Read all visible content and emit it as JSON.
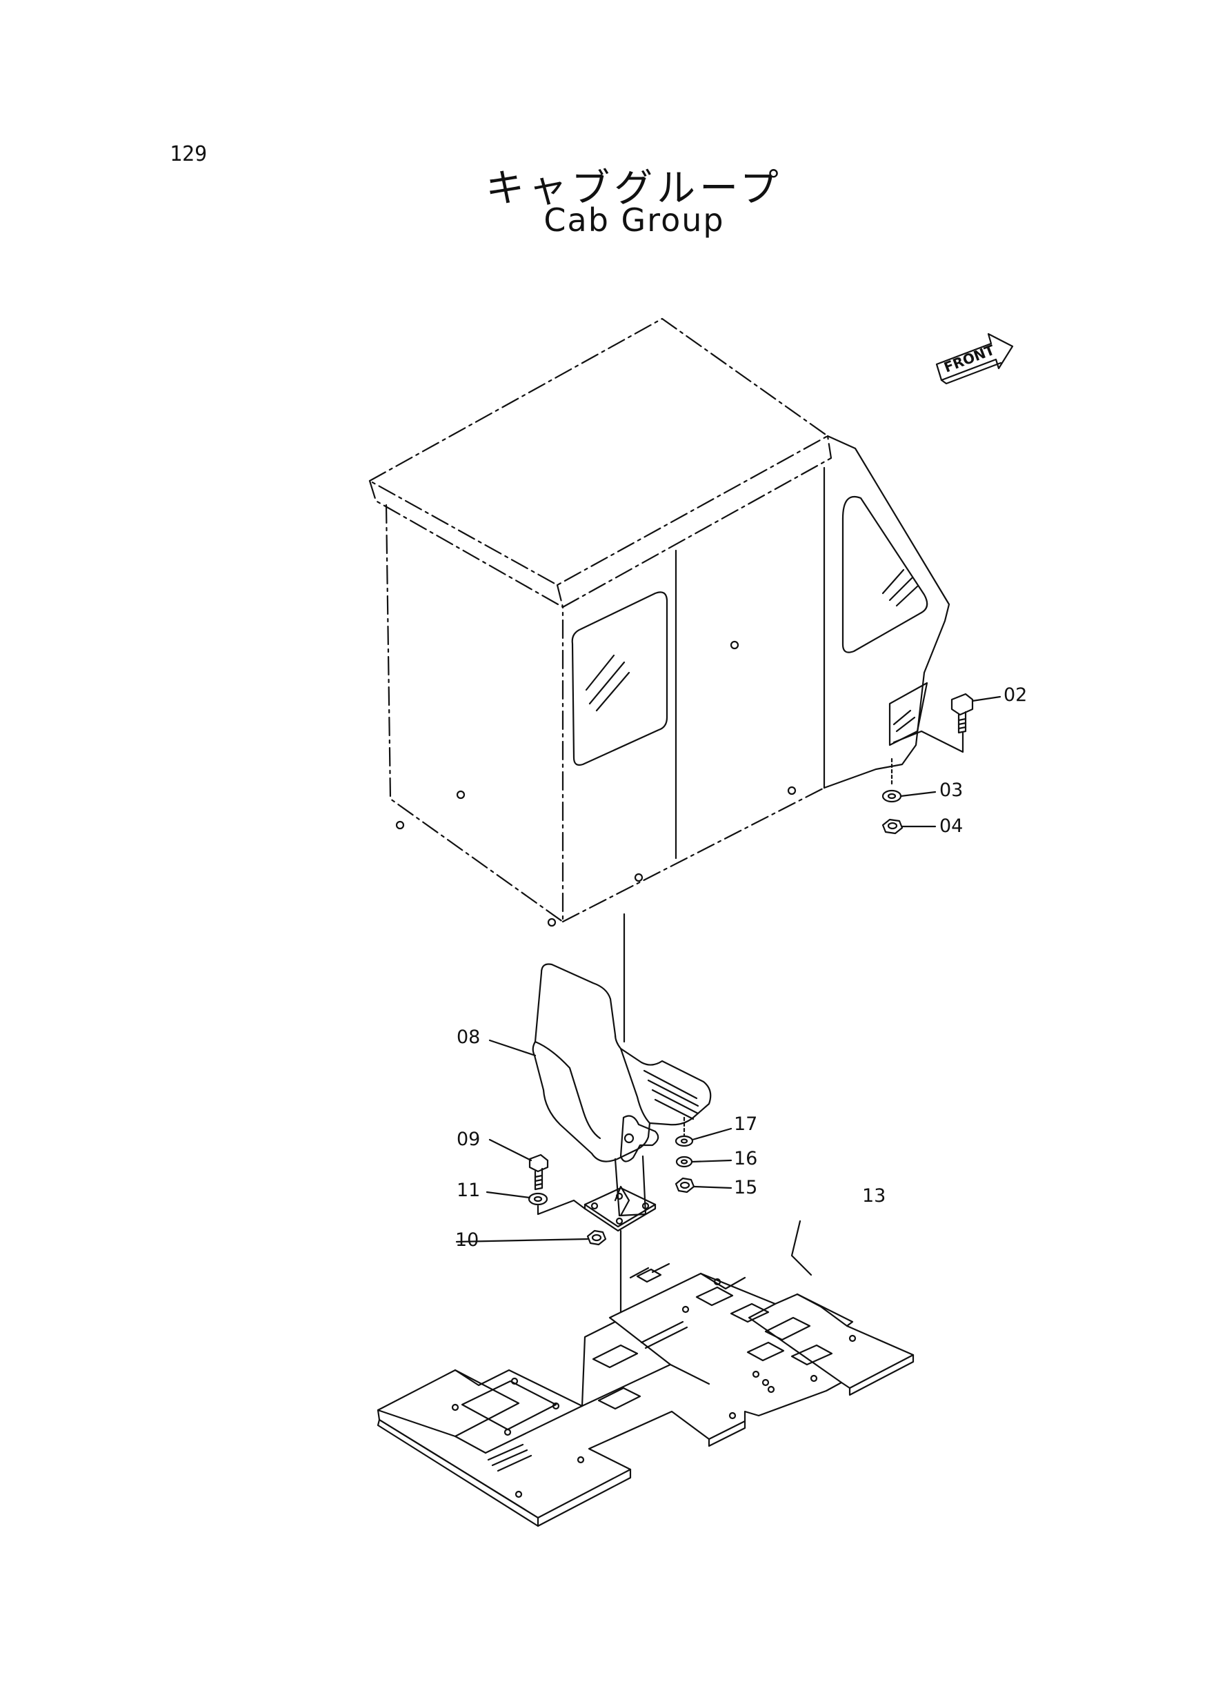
{
  "page_number": "129",
  "title_jp": "キャブグループ",
  "title_en": "Cab Group",
  "front_label": "FRONT",
  "callouts": {
    "p02": "02",
    "p03": "03",
    "p04": "04",
    "p08": "08",
    "p09": "09",
    "p10": "10",
    "p11": "11",
    "p13": "13",
    "p15": "15",
    "p16": "16",
    "p17": "17"
  }
}
